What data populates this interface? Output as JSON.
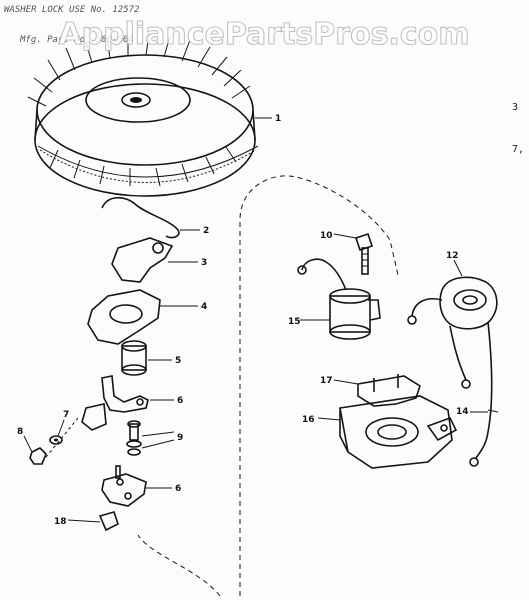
{
  "header_notes": [
    "WASHER   LOCK   USE No. 12572",
    "Mfg. Part No. 380-004"
  ],
  "watermark": "AppliancePartsPros.com",
  "margin_marks": [
    "3",
    "7,"
  ],
  "parts": [
    {
      "id": "flywheel",
      "label": "1"
    },
    {
      "id": "spring-clip",
      "label": "2"
    },
    {
      "id": "cover-plate",
      "label": "3"
    },
    {
      "id": "felt-pad",
      "label": "4"
    },
    {
      "id": "cam-bushing",
      "label": "5"
    },
    {
      "id": "breaker-arm",
      "label": "6"
    },
    {
      "id": "washer",
      "label": "7"
    },
    {
      "id": "nut",
      "label": "8"
    },
    {
      "id": "screws",
      "label": "9"
    },
    {
      "id": "breaker-point",
      "label": "6"
    },
    {
      "id": "terminal-block",
      "label": "18"
    },
    {
      "id": "condenser-screw",
      "label": "10"
    },
    {
      "id": "condenser",
      "label": "15"
    },
    {
      "id": "coil",
      "label": "12"
    },
    {
      "id": "bracket",
      "label": "17"
    },
    {
      "id": "magneto-base",
      "label": "16"
    },
    {
      "id": "lead-wire",
      "label": "14"
    }
  ]
}
